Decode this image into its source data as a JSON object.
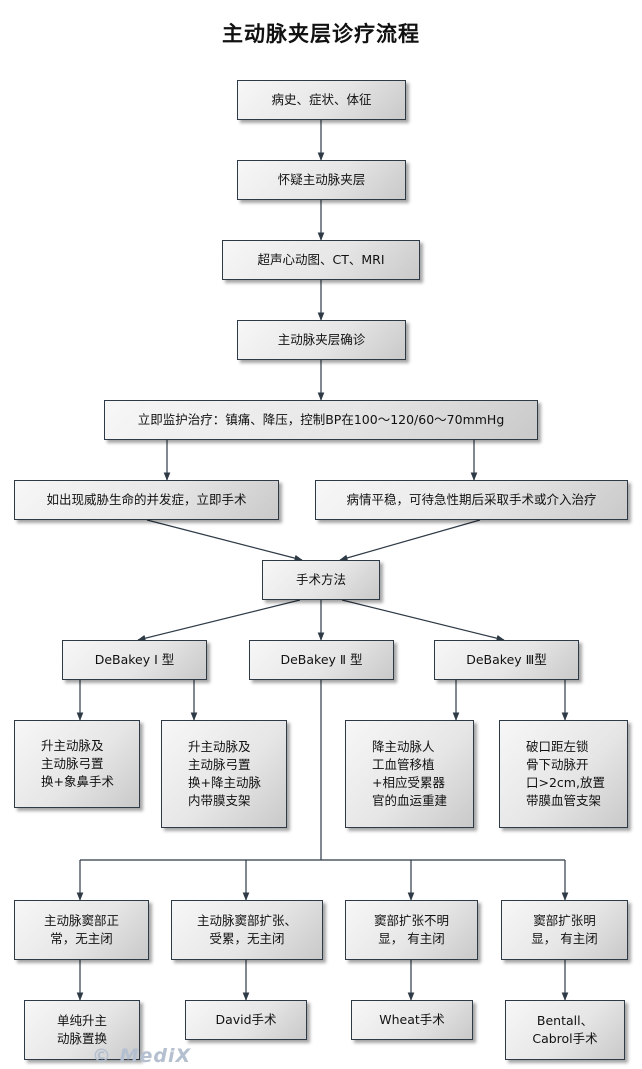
{
  "title": "主动脉夹层诊疗流程",
  "watermark": "© MediX",
  "nodes": {
    "history": "病史、症状、体征",
    "suspect": "怀疑主动脉夹层",
    "imaging": "超声心动图、CT、MRI",
    "confirm": "主动脉夹层确诊",
    "monitor": "立即监护治疗：镇痛、降压，控制BP在100～120/60～70mmHg",
    "urgent": "如出现威胁生命的并发症，立即手术",
    "stable": "病情平稳，可待急性期后采取手术或介入治疗",
    "method": "手术方法",
    "debakey1": "DeBakey Ⅰ 型",
    "debakey2": "DeBakey Ⅱ 型",
    "debakey3": "DeBakey Ⅲ型",
    "d1a": "升主动脉及\n主动脉弓置\n换+象鼻手术",
    "d1b": "升主动脉及\n主动脉弓置\n换+降主动脉\n内带膜支架",
    "d3a": "降主动脉人\n工血管移植\n+相应受累器\n官的血运重建",
    "d3b": "破口距左锁\n骨下动脉开\n口>2cm,放置\n带膜血管支架",
    "sinus_normal": "主动脉窦部正\n常，无主闭",
    "sinus_dilated": "主动脉窦部扩张、\n受累，无主闭",
    "sinus_minor": "窦部扩张不明\n显， 有主闭",
    "sinus_obvious": "窦部扩张明\n显， 有主闭",
    "op_simple": "单纯升主\n动脉置换",
    "op_david": "David手术",
    "op_wheat": "Wheat手术",
    "op_bentall": "Bentall、\nCabrol手术"
  }
}
